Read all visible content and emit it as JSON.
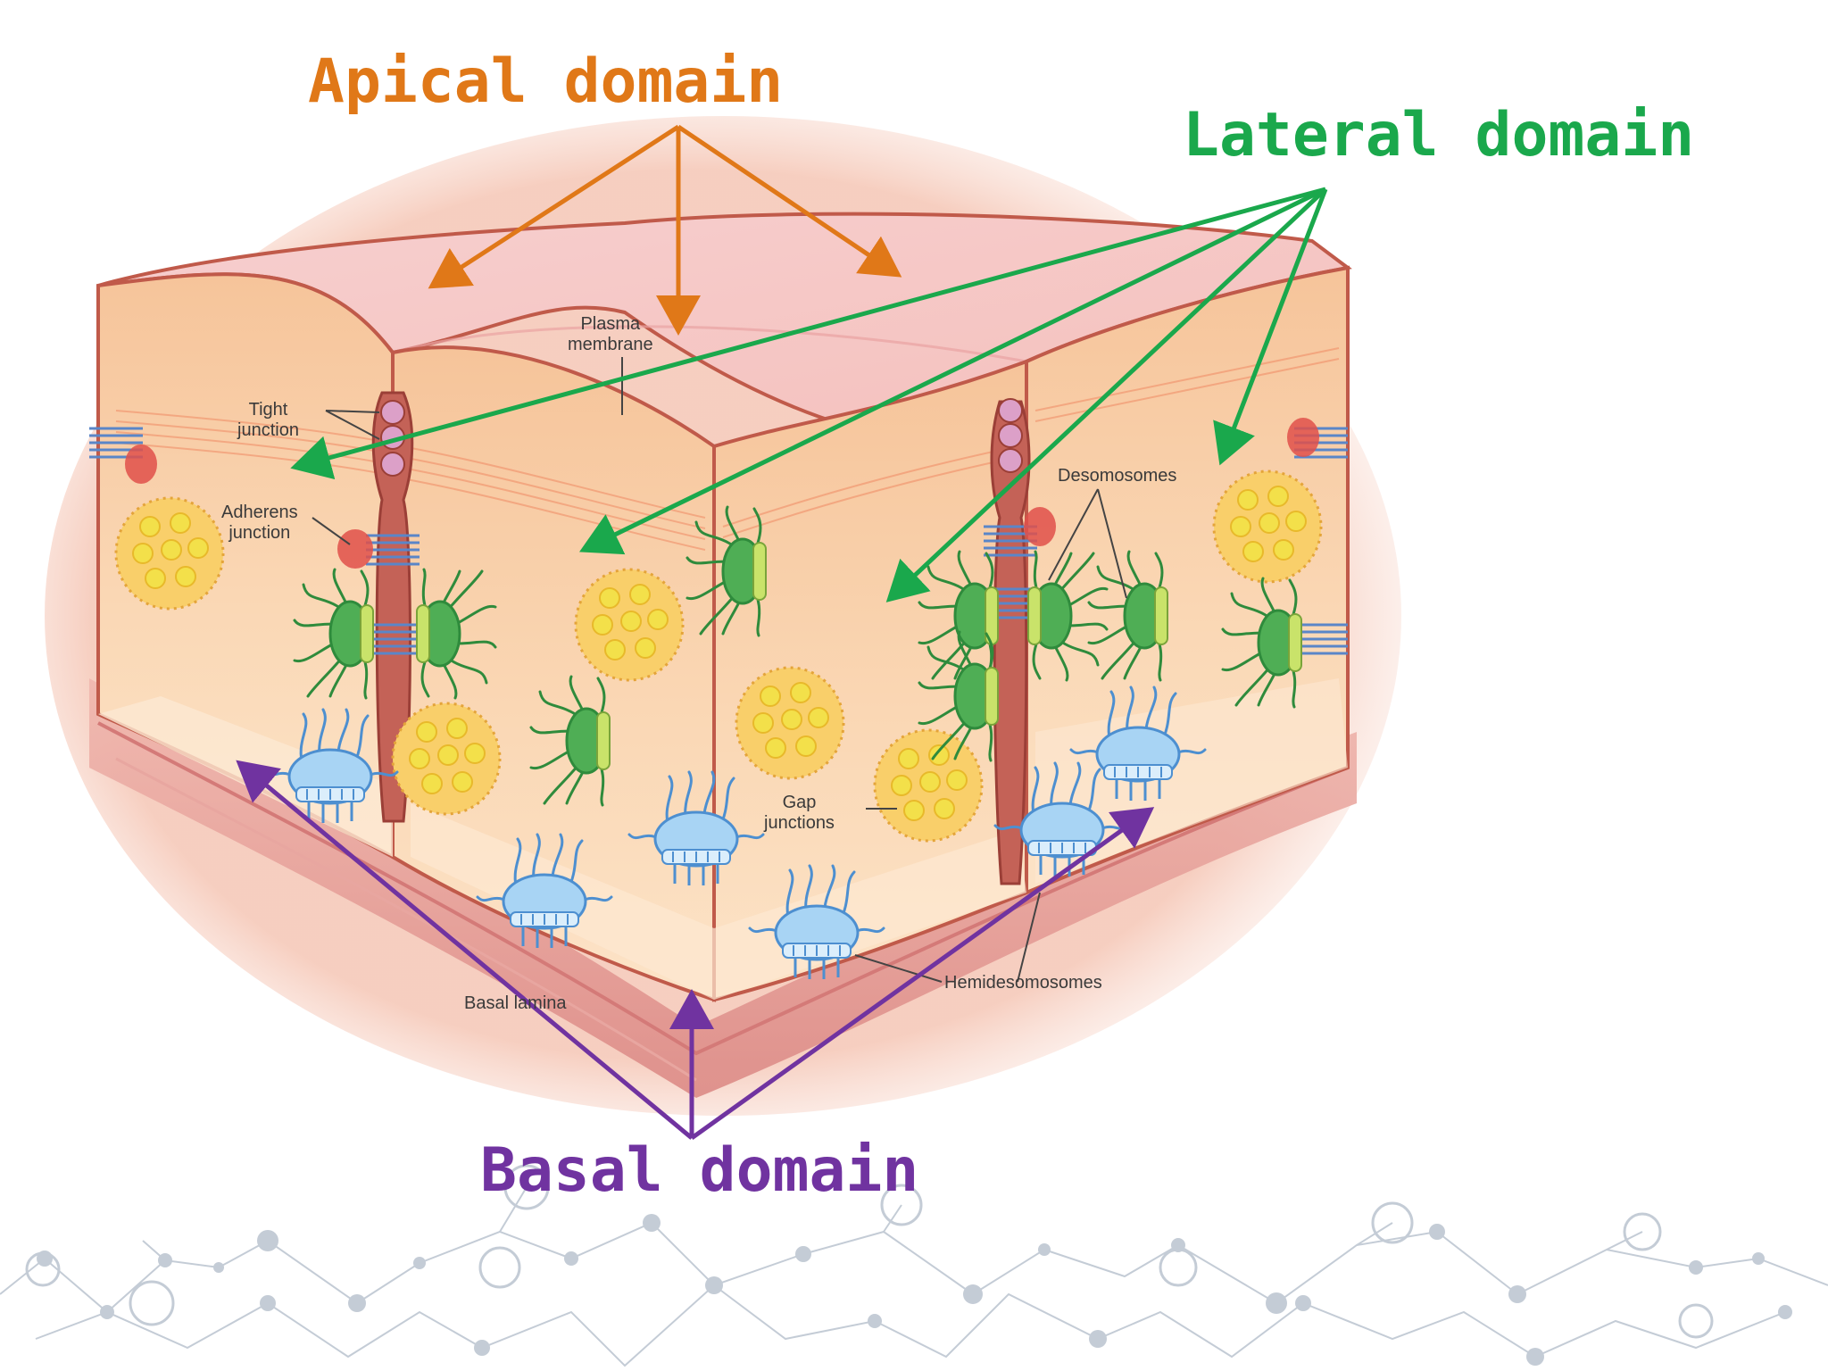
{
  "domains": {
    "apical": "Apical domain",
    "lateral": "Lateral domain",
    "basal": "Basal domain"
  },
  "labels": {
    "plasma_membrane_1": "Plasma",
    "plasma_membrane_2": "membrane",
    "tight_1": "Tight",
    "tight_2": "junction",
    "adherens_1": "Adherens",
    "adherens_2": "junction",
    "desmosomes": "Desomosomes",
    "gap_1": "Gap",
    "gap_2": "junctions",
    "basal_lamina": "Basal lamina",
    "hemidesmosomes": "Hemidesomosomes"
  },
  "colors": {
    "apical": "#e07818",
    "lateral": "#1aa84c",
    "basal": "#7033a0",
    "cytoplasm": "#f9d2a8",
    "membrane": "#c05a4a",
    "lamina": "#e7a4a0",
    "vesicle": "#f3cd3a",
    "desmosome": "#3e9a4a",
    "hemidesmosome": "#7ab8e8",
    "network": "#b9c3cf"
  },
  "icons": {
    "vesicle": "yellow-secretory-vesicle-icon",
    "desmosome": "green-desmosome-icon",
    "hemidesmosome": "blue-hemidesmosome-icon"
  }
}
